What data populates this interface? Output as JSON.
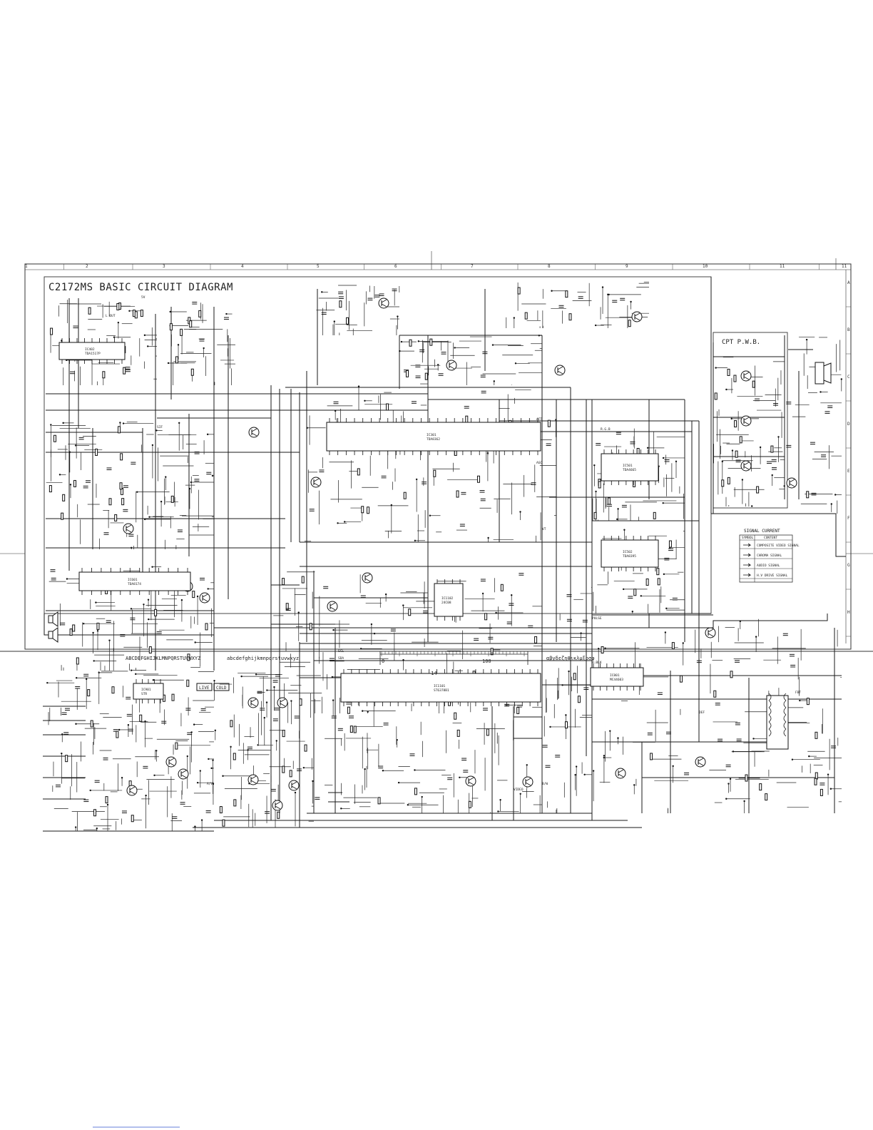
{
  "diagram": {
    "title": "C2172MS BASIC CIRCUIT DIAGRAM",
    "cpt_label": "CPT P.W.B.",
    "page_number": "-14-",
    "live_label": "LIVE",
    "cold_label": "COLD",
    "signal_current": {
      "heading": "SIGNAL CURRENT",
      "col_symbol": "SYMBOL",
      "col_content": "CONTENT",
      "rows": [
        "COMPOSITE VIDEO SIGNAL",
        "CHROMA SIGNAL",
        "AUDIO SIGNAL",
        "H.V DRIVE SIGNAL"
      ]
    },
    "column_numbers": [
      "1",
      "2",
      "3",
      "4",
      "5",
      "6",
      "7",
      "8",
      "9",
      "10",
      "11",
      "11"
    ],
    "row_letters": [
      "A",
      "B",
      "C",
      "D",
      "E",
      "F",
      "G",
      "H"
    ],
    "footer": {
      "alphabet_upper": "ABCDEFGHIJKLMNPQRSTUVWXYZ",
      "alphabet_lower": "abcdefghijkmnpqrstuvwxyz",
      "scale_start": "0",
      "scale_end": "100",
      "greek": "αβγδεζηθικλμξρσφ"
    },
    "ics": [
      {
        "ref": "IC402",
        "part": "TDA1517P",
        "name": "ic402-amp"
      },
      {
        "ref": "IC301",
        "part": "TDA8362",
        "name": "ic301-video"
      },
      {
        "ref": "IC501",
        "part": "TDA4665",
        "name": "ic501-delay"
      },
      {
        "ref": "IC502",
        "part": "TDA8395",
        "name": "ic502-secam"
      },
      {
        "ref": "IC1101",
        "part": "ST6378B1",
        "name": "ic1101-mcu"
      },
      {
        "ref": "IC1102",
        "part": "24C08",
        "name": "ic1102-eeprom"
      },
      {
        "ref": "IC801",
        "part": "MC44603",
        "name": "ic801-power"
      },
      {
        "ref": "IC601",
        "part": "TDA8174",
        "name": "ic601-vertical"
      },
      {
        "ref": "IC901",
        "part": "STR",
        "name": "ic901-regulator"
      }
    ],
    "labels": [
      {
        "text": "5V",
        "name": "lbl-5v"
      },
      {
        "text": "L OUT",
        "name": "lbl-lout"
      },
      {
        "text": "SIF",
        "name": "lbl-sif"
      },
      {
        "text": "R.G.B",
        "name": "lbl-rgb"
      },
      {
        "text": "AFT",
        "name": "lbl-aft"
      },
      {
        "text": "AGC",
        "name": "lbl-agc"
      },
      {
        "text": "VT",
        "name": "lbl-vt"
      },
      {
        "text": "H.BLK",
        "name": "lbl-hblk"
      },
      {
        "text": "PULSE",
        "name": "lbl-pulse"
      },
      {
        "text": "SCL",
        "name": "lbl-scl"
      },
      {
        "text": "SDA",
        "name": "lbl-sda"
      },
      {
        "text": "A/V",
        "name": "lbl-av"
      },
      {
        "text": "B/W",
        "name": "lbl-bw"
      },
      {
        "text": "VIDEO",
        "name": "lbl-video"
      },
      {
        "text": "FBT",
        "name": "lbl-fbt"
      },
      {
        "text": "DEF",
        "name": "lbl-def"
      }
    ]
  }
}
